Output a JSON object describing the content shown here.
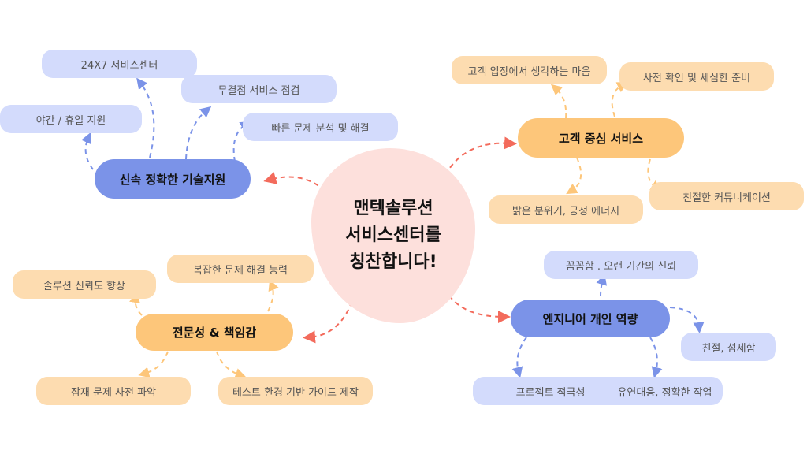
{
  "center": {
    "lines": [
      "맨텍솔루션",
      "서비스센터를",
      "칭찬합니다!"
    ]
  },
  "branches": {
    "tech": {
      "label": "신속 정확한 기술지원",
      "items": [
        "24X7 서비스센터",
        "무결점 서비스 점검",
        "야간 / 휴일 지원",
        "빠른 문제 분석 및 해결"
      ]
    },
    "customer": {
      "label": "고객 중심 서비스",
      "items": [
        "고객 입장에서 생각하는 마음",
        "사전 확인 및 세심한 준비",
        "밝은 분위기, 긍정 에너지",
        "친절한 커뮤니케이션"
      ]
    },
    "expert": {
      "label": "전문성 & 책임감",
      "items": [
        "복잡한 문제 해결 능력",
        "솔루션 신뢰도 향상",
        "잠재 문제 사전 파악",
        "테스트 환경 기반 가이드 제작"
      ]
    },
    "engineer": {
      "label": "엔지니어 개인 역량",
      "items": [
        "꼼꼼함 . 오랜 기간의 신뢰",
        "친절, 섬세함",
        "프로젝트 적극성",
        "유연대응, 정확한 작업"
      ]
    }
  },
  "colors": {
    "center": "#fde0dc",
    "blue_main": "#7b93e8",
    "blue_sub": "#d3dbfc",
    "orange_main": "#fdc67a",
    "orange_sub": "#fddcb0",
    "arrow_red": "#f36b5c"
  }
}
